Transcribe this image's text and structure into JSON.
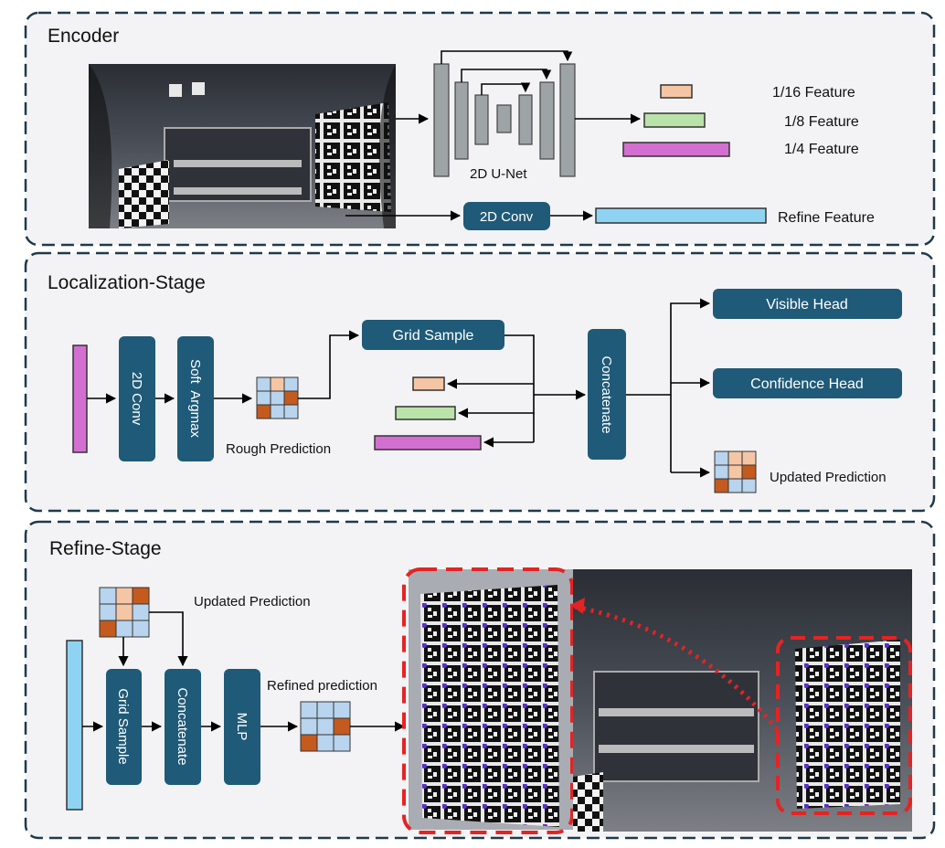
{
  "colors": {
    "panel_bg": "#f3f3f5",
    "panel_border": "#1f3a4a",
    "box_fill": "#1f5a78",
    "unet_gray": "#9ea3a6",
    "feat_16": "#f5c6a5",
    "feat_8": "#b9e3a8",
    "feat_4": "#d36fd0",
    "refine_feat": "#8fd3f2",
    "grid_blue": "#b8d4ee",
    "grid_peach": "#f5c6a5",
    "grid_orange": "#c45a1e",
    "dashed_red": "#e32424",
    "keypoint": "#5a2fd0"
  },
  "encoder": {
    "title": "Encoder",
    "unet_label": "2D U-Net",
    "conv_label": "2D Conv",
    "features": [
      "1/16 Feature",
      "1/8 Feature",
      "1/4 Feature"
    ],
    "refine_feature": "Refine Feature"
  },
  "localization": {
    "title": "Localization-Stage",
    "conv_label": "2D Conv",
    "softargmax_label": "Soft  Argmax",
    "rough_label": "Rough Prediction",
    "grid_sample_label": "Grid Sample",
    "concatenate_label": "Concatenate",
    "visible_head": "Visible Head",
    "confidence_head": "Confidence Head",
    "updated_label": "Updated Prediction"
  },
  "refine": {
    "title": "Refine-Stage",
    "updated_label": "Updated Prediction",
    "grid_sample_label": "Grid Sample",
    "concatenate_label": "Concatenate",
    "mlp_label": "MLP",
    "refined_label": "Refined prediction"
  }
}
